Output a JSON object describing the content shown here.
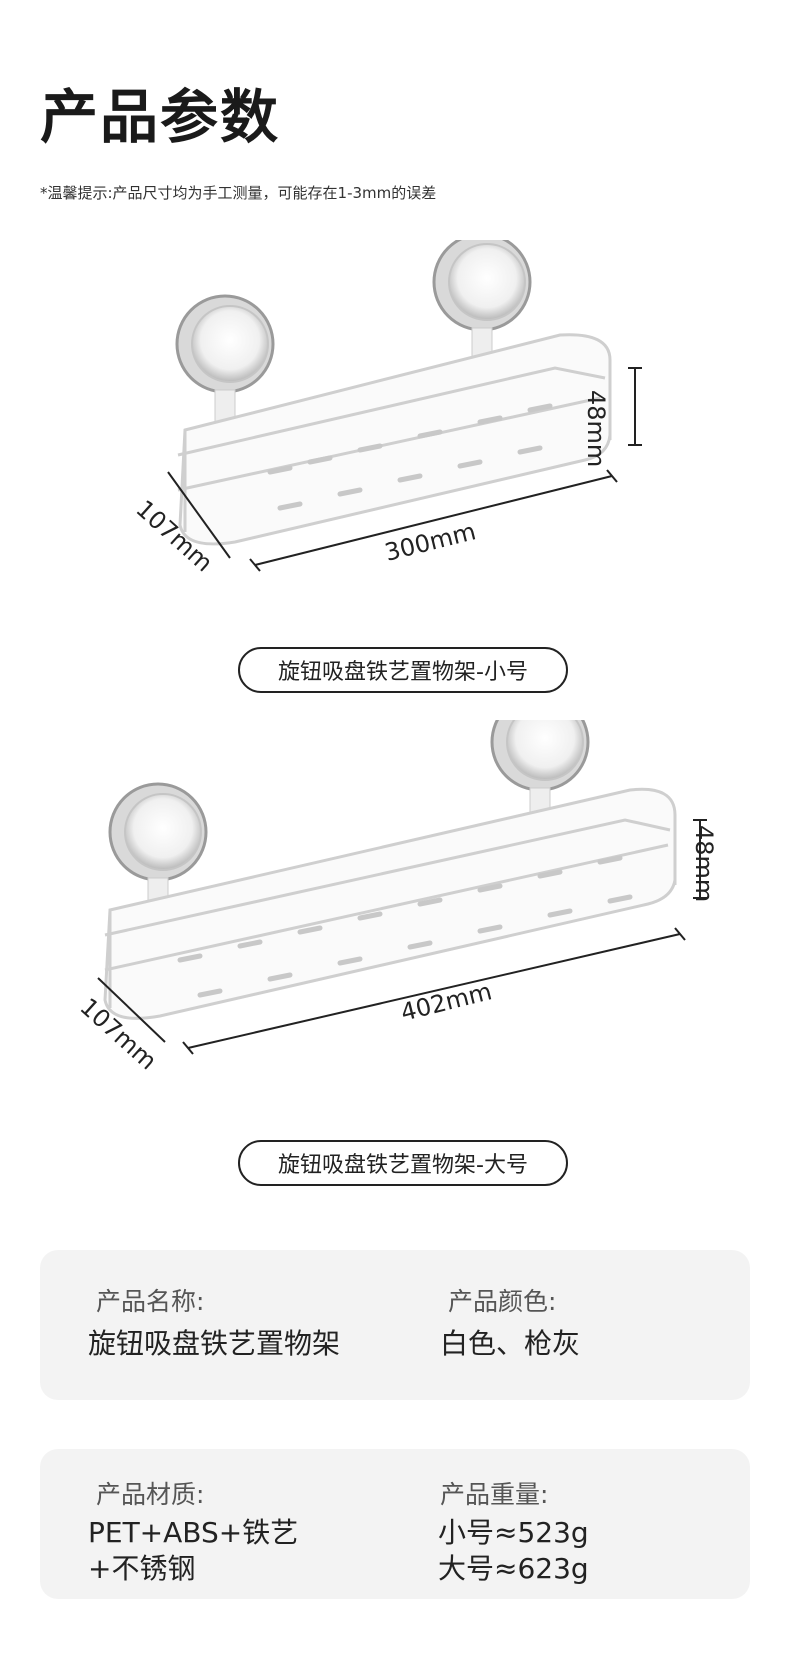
{
  "header": {
    "title": "产品参数",
    "notice": "*温馨提示:产品尺寸均为手工测量，可能存在1-3mm的误差"
  },
  "products": [
    {
      "height": "48mm",
      "depth": "107mm",
      "width": "300mm",
      "caption": "旋钮吸盘铁艺置物架-小号"
    },
    {
      "height": "48mm",
      "depth": "107mm",
      "width": "402mm",
      "caption": "旋钮吸盘铁艺置物架-大号"
    }
  ],
  "specs": {
    "name_label": "产品名称:",
    "name_value": "旋钮吸盘铁艺置物架",
    "color_label": "产品颜色:",
    "color_value": "白色、枪灰",
    "material_label": "产品材质:",
    "material_line1": "PET+ABS+铁艺",
    "material_line2": "+不锈钢",
    "weight_label": "产品重量:",
    "weight_small": "小号≈523g",
    "weight_large": "大号≈623g"
  },
  "colors": {
    "text": "#222222",
    "card_bg": "#f3f3f3"
  }
}
